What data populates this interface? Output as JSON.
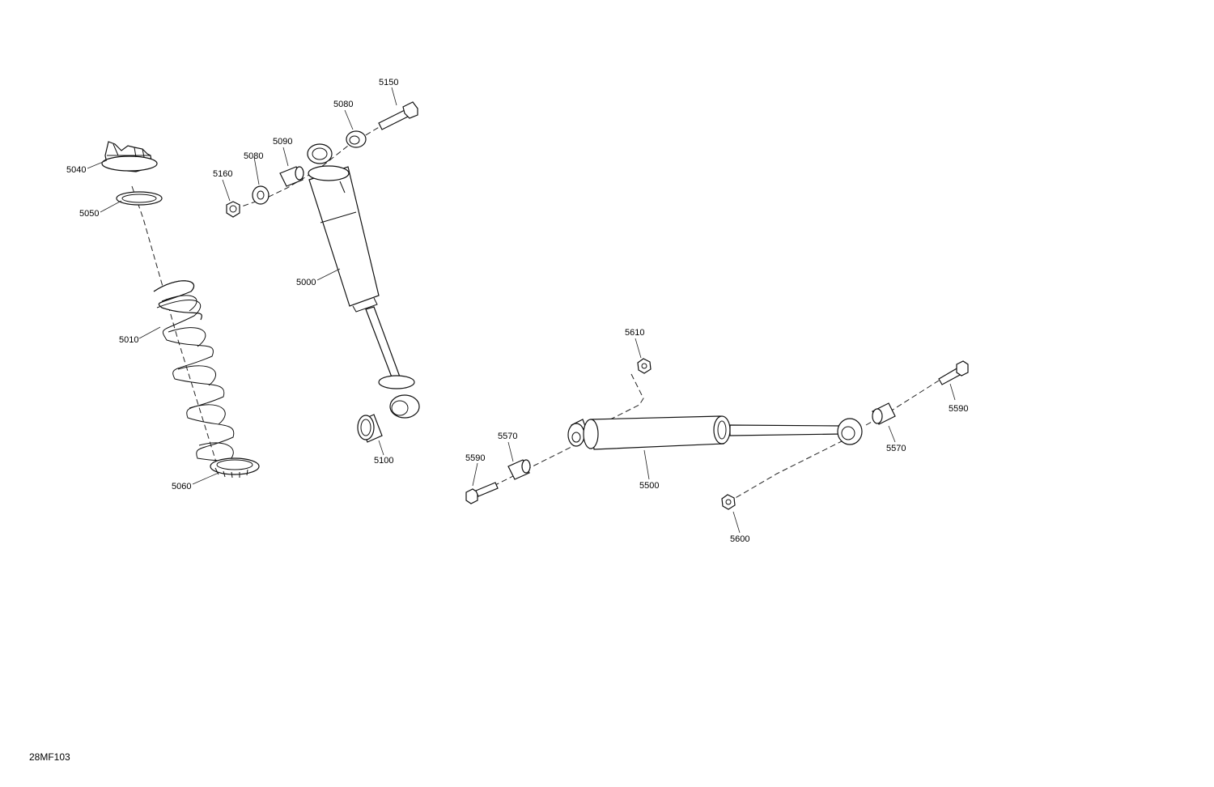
{
  "figure_id": "28MF103",
  "callouts": [
    {
      "id": "c-5150",
      "text": "5150"
    },
    {
      "id": "c-5080a",
      "text": "5080"
    },
    {
      "id": "c-5090",
      "text": "5090"
    },
    {
      "id": "c-5080b",
      "text": "5080"
    },
    {
      "id": "c-5160",
      "text": "5160"
    },
    {
      "id": "c-5040",
      "text": "5040"
    },
    {
      "id": "c-5050",
      "text": "5050"
    },
    {
      "id": "c-5000",
      "text": "5000"
    },
    {
      "id": "c-5010",
      "text": "5010"
    },
    {
      "id": "c-5060",
      "text": "5060"
    },
    {
      "id": "c-5100",
      "text": "5100"
    },
    {
      "id": "c-5610",
      "text": "5610"
    },
    {
      "id": "c-5590a",
      "text": "5590"
    },
    {
      "id": "c-5570a",
      "text": "5570"
    },
    {
      "id": "c-5590b",
      "text": "5590"
    },
    {
      "id": "c-5570b",
      "text": "5570"
    },
    {
      "id": "c-5500",
      "text": "5500"
    },
    {
      "id": "c-5600",
      "text": "5600"
    }
  ]
}
